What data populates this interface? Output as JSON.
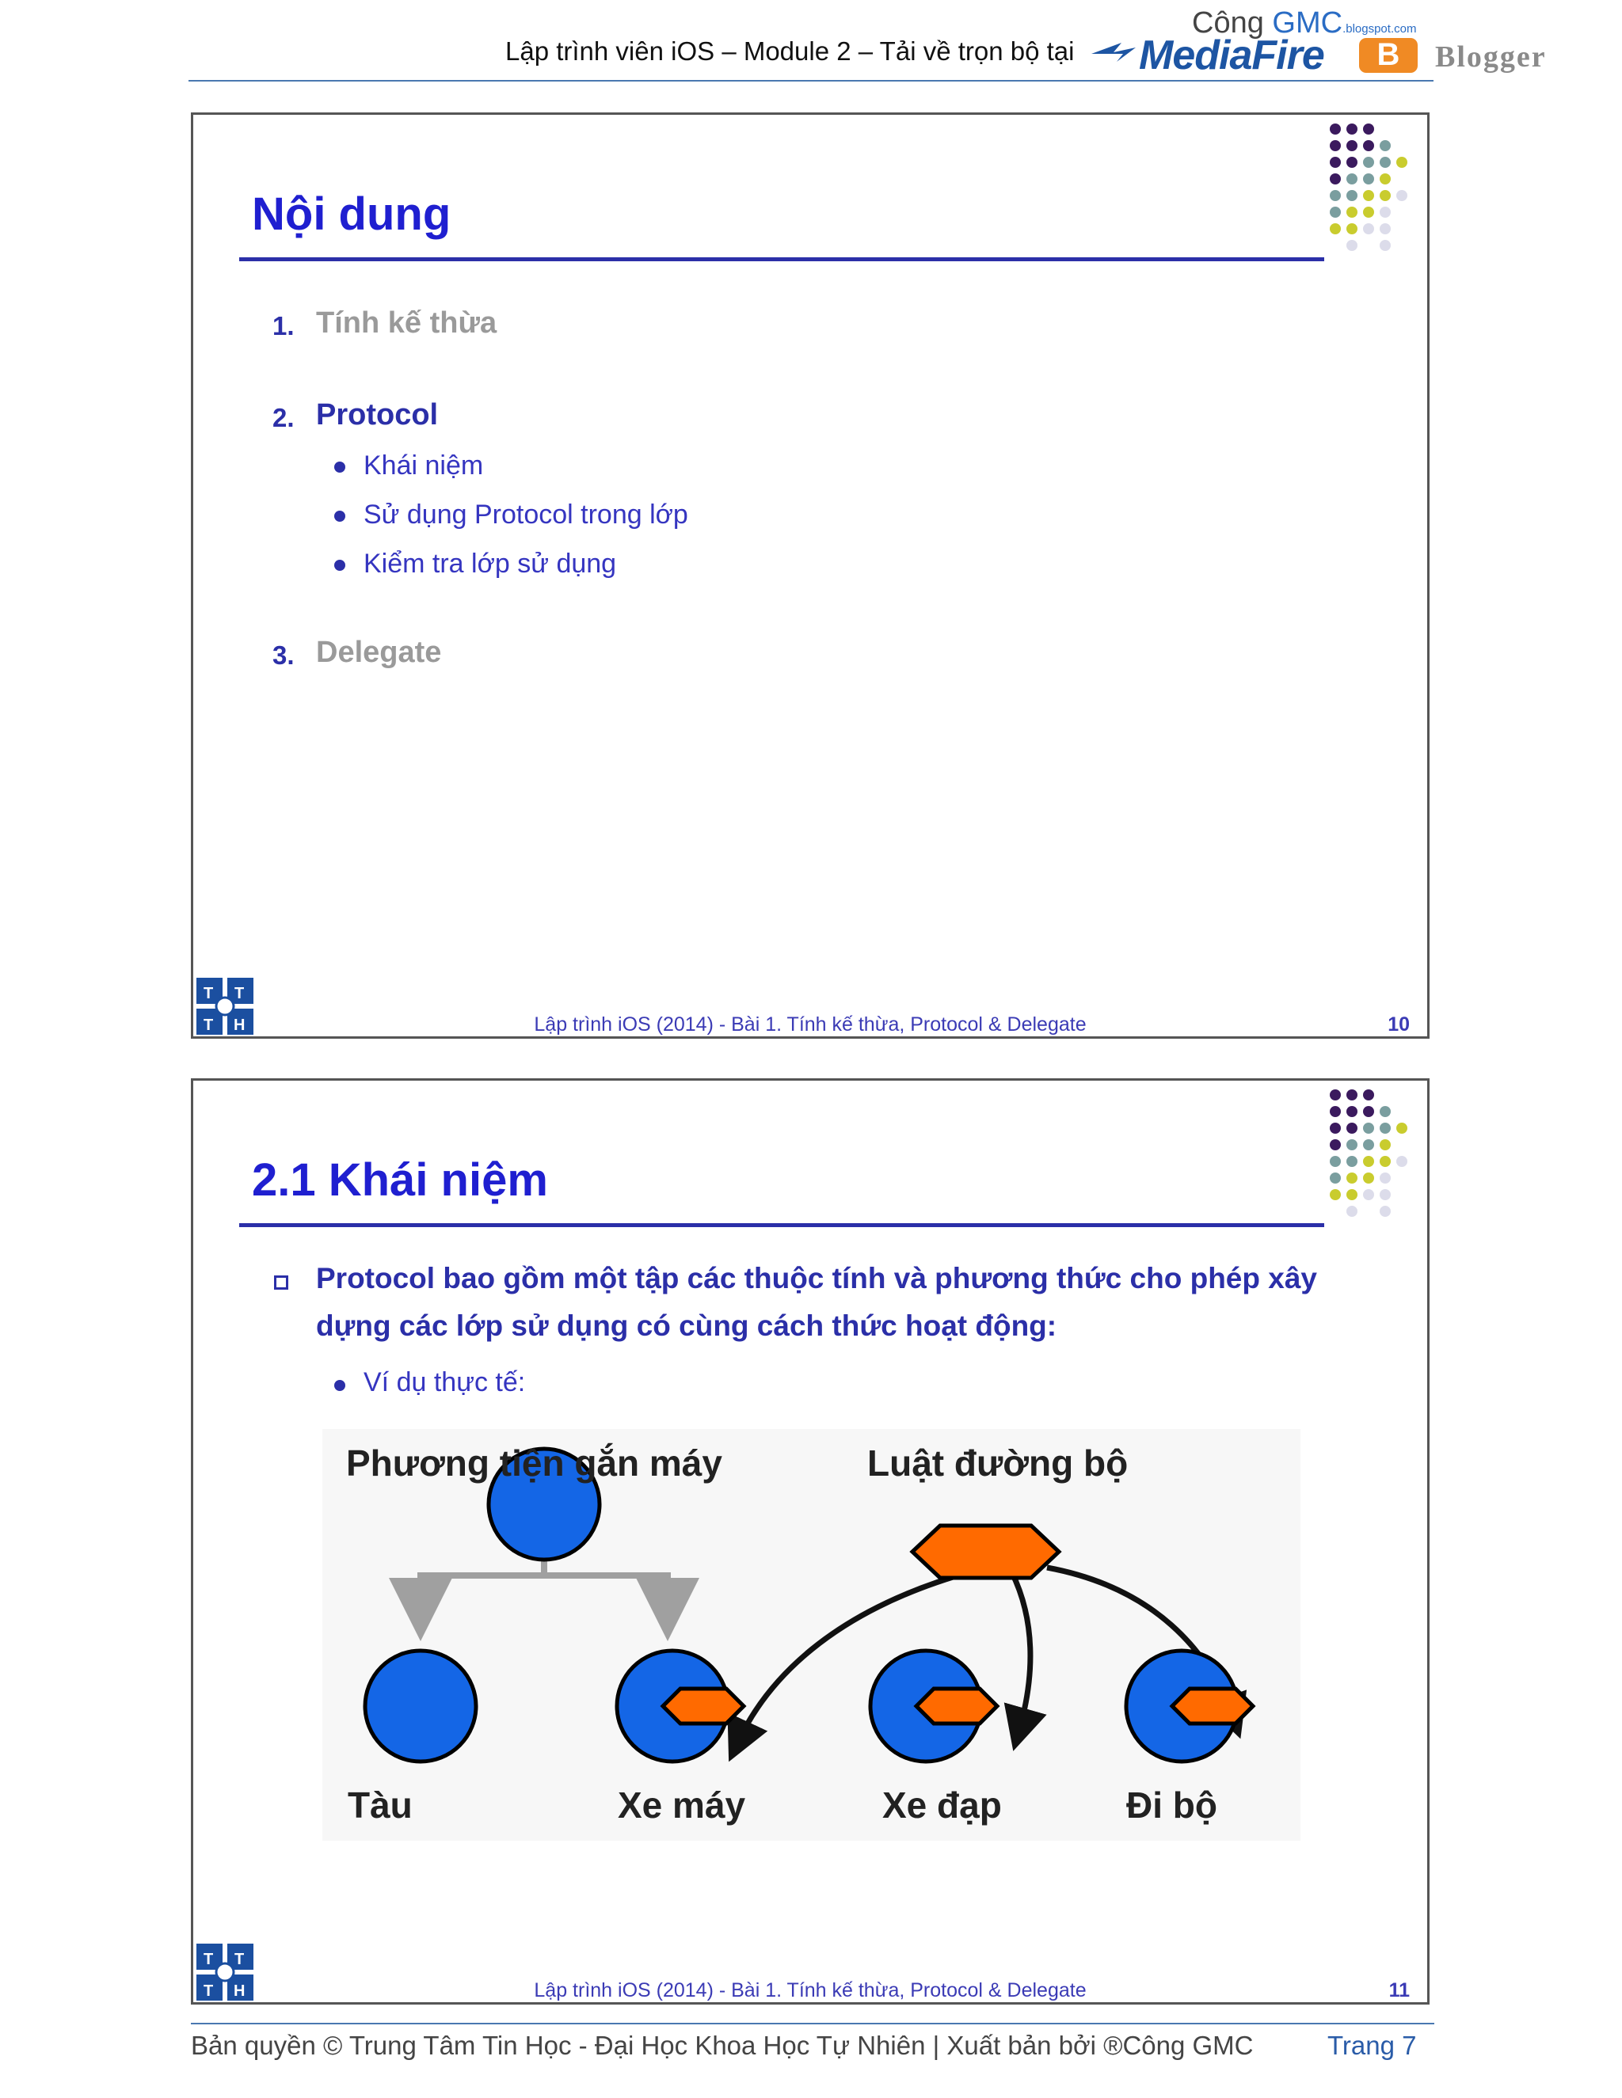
{
  "header": {
    "text": "Lập trình viên iOS – Module 2 – Tải về trọn bộ tại",
    "brand_cong": "Công",
    "brand_gmc": "GMC",
    "brand_blogspot": ".blogspot.com",
    "brand_mediafire": "MediaFire",
    "brand_blogger_b": "B",
    "brand_blogger": "Blogger"
  },
  "slide1": {
    "title": "Nội dung",
    "items": [
      {
        "num": "1.",
        "label": "Tính kế thừa"
      },
      {
        "num": "2.",
        "label": "Protocol"
      },
      {
        "num": "3.",
        "label": "Delegate"
      }
    ],
    "subitems": [
      "Khái niệm",
      "Sử dụng Protocol trong lớp",
      "Kiểm tra lớp sử dụng"
    ],
    "footer": "Lập trình iOS (2014) - Bài 1. Tính kế thừa, Protocol & Delegate",
    "page": "10"
  },
  "slide2": {
    "title": "2.1 Khái niệm",
    "paragraph": "Protocol bao gồm một tập các thuộc tính và phương thức cho phép xây dựng các lớp sử dụng có cùng cách thức hoạt động:",
    "example": "Ví dụ thực tế:",
    "diagram": {
      "label_left": "Phương tiện gắn máy",
      "label_right": "Luật đường bộ",
      "nodes": [
        "Tàu",
        "Xe máy",
        "Xe đạp",
        "Đi bộ"
      ]
    },
    "footer": "Lập trình iOS (2014) - Bài 1. Tính kế thừa, Protocol & Delegate",
    "page": "11"
  },
  "logo": {
    "letters": [
      "T",
      "T",
      "T",
      "H"
    ]
  },
  "footer": {
    "copyright": "Bản quyền © Trung Tâm Tin Học - Đại Học Khoa Học Tự Nhiên | Xuất bản bởi ®Công GMC",
    "page": "Trang 7"
  },
  "colors": {
    "title_blue": "#1f1fd0",
    "navy": "#2b2fa8",
    "circle_blue": "#1466e6",
    "hex_orange": "#ff6a00"
  }
}
